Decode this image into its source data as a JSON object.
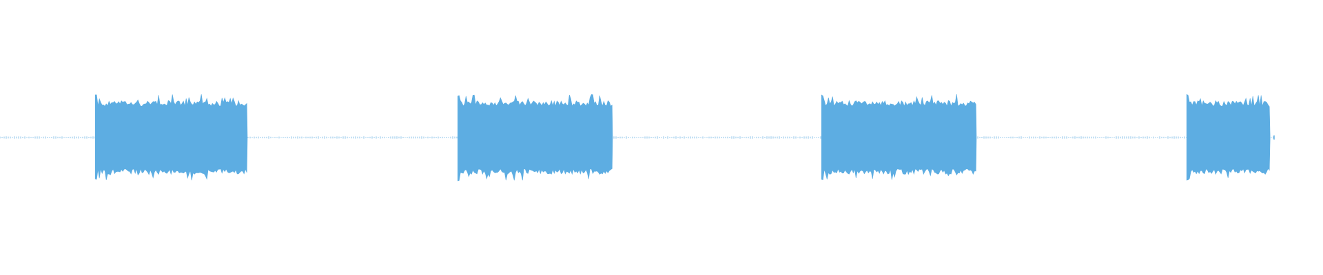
{
  "waveform": {
    "color": "#5dade2",
    "baseline_color": "#5dade2",
    "background": "#ffffff",
    "bursts": [
      {
        "start": 0.072,
        "end": 0.187,
        "amplitude": 0.62,
        "peak": 0.79
      },
      {
        "start": 0.346,
        "end": 0.463,
        "amplitude": 0.62,
        "peak": 0.79
      },
      {
        "start": 0.621,
        "end": 0.738,
        "amplitude": 0.62,
        "peak": 0.79
      },
      {
        "start": 0.897,
        "end": 0.96,
        "amplitude": 0.62,
        "peak": 0.79
      }
    ],
    "end_position": 0.963
  }
}
